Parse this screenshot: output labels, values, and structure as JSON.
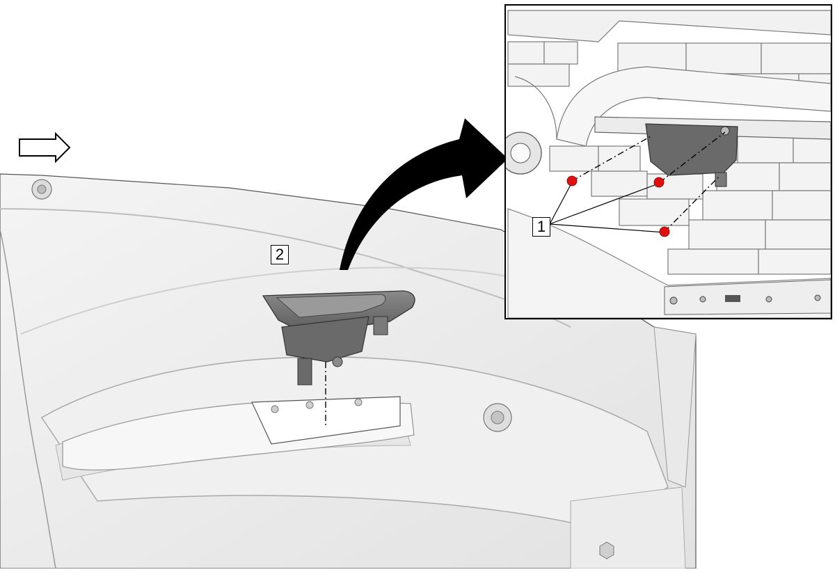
{
  "callouts": {
    "one": "1",
    "two": "2"
  },
  "colors": {
    "fastener": "#e01010",
    "bezel": "#6e6e6e",
    "panel": "#ededed",
    "outline": "#000000"
  },
  "icons": {
    "forward": "direction-arrow-icon",
    "detail": "detail-pointer-arrow"
  }
}
